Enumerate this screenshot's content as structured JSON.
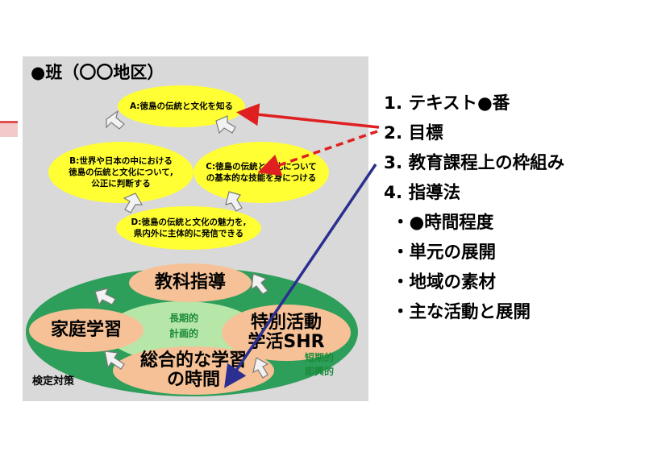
{
  "slide": {
    "title": "●班（〇〇地区）",
    "exam_label": "検定対策"
  },
  "cycle": {
    "a": "A:徳島の伝統と文化を知る",
    "b": "B:世界や日本の中における\n徳島の伝統と文化について,\n公正に判断する",
    "c": "C:徳島の伝統と文化について\nの基本的な技能を身につける",
    "d": "D:徳島の伝統と文化の魅力を,\n県内外に主体的に発信できる"
  },
  "structure": {
    "top": "教科指導",
    "left": "家庭学習",
    "right": "特別活動\n学活SHR",
    "bottom": "総合的な学習\nの時間",
    "long_term": "長期的\n計画的",
    "short_term": "短期的\n即興的"
  },
  "menu": {
    "items": [
      "1. テキスト●番",
      "2. 目標",
      "3. 教育課程上の枠組み",
      "4. 指導法"
    ],
    "subitems": [
      "・●時間程度",
      "・単元の展開",
      "・地域の素材",
      "・主な活動と展開"
    ]
  },
  "colors": {
    "panel": "#d9d9d9",
    "bubble": "#ffff33",
    "ring": "#2e9e5b",
    "oval": "#f6c196",
    "arrow_red": "#e02020",
    "arrow_blue": "#2b2f8f"
  }
}
